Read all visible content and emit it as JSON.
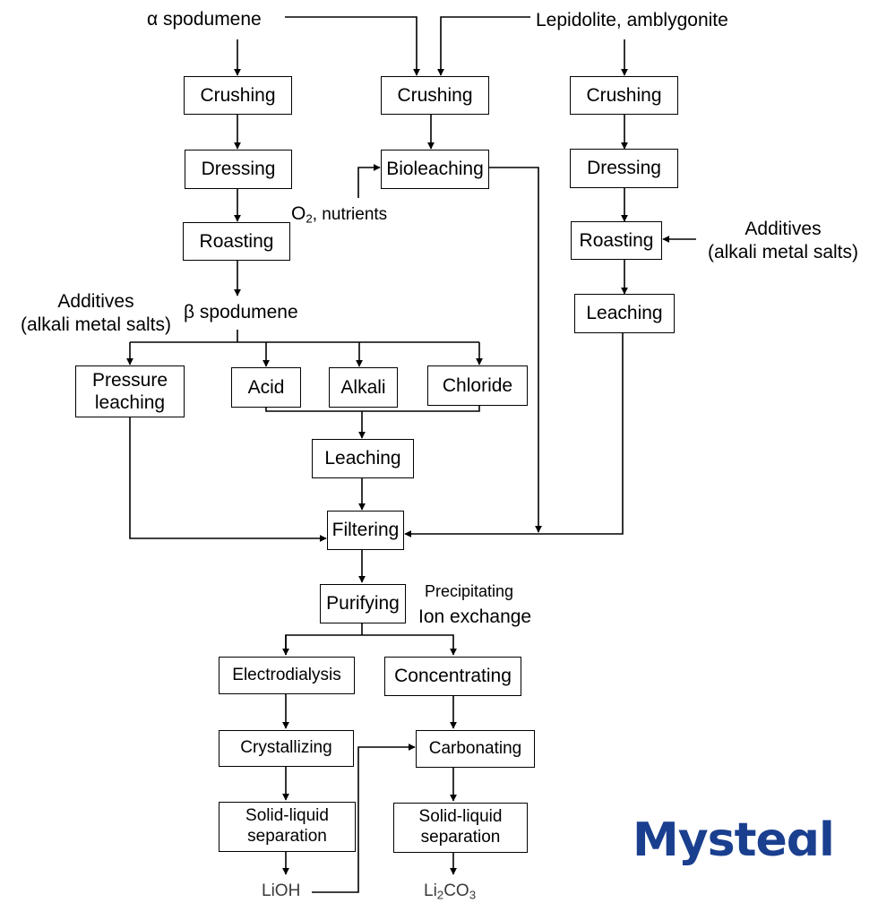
{
  "inputs": {
    "alpha_spodumene": "α spodumene",
    "lepidolite": "Lepidolite, amblygonite",
    "beta_spodumene": "β spodumene",
    "o2": "O",
    "o2_sub": "2",
    "nutrients": ", nutrients"
  },
  "additives": {
    "left_line1": "Additives",
    "left_line2": "(alkali metal salts)",
    "right_line1": "Additives",
    "right_line2": "(alkali metal salts)"
  },
  "steps": {
    "crushing_left": "Crushing",
    "dressing_left": "Dressing",
    "roasting_left": "Roasting",
    "crushing_mid": "Crushing",
    "bioleaching": "Bioleaching",
    "crushing_right": "Crushing",
    "dressing_right": "Dressing",
    "roasting_right": "Roasting",
    "leaching_right": "Leaching",
    "pressure_line1": "Pressure",
    "pressure_line2": "leaching",
    "acid": "Acid",
    "alkali": "Alkali",
    "chloride": "Chloride",
    "leaching_center": "Leaching",
    "filtering": "Filtering",
    "purifying": "Purifying",
    "electrodialysis": "Electrodialysis",
    "concentrating": "Concentrating",
    "crystallizing": "Crystallizing",
    "carbonating": "Carbonating",
    "sls_left_line1": "Solid-liquid",
    "sls_left_line2": "separation",
    "sls_right_line1": "Solid-liquid",
    "sls_right_line2": "separation"
  },
  "purify_methods": {
    "precipitating": "Precipitating",
    "ion_exchange": "Ion exchange"
  },
  "products": {
    "lioh": "LiOH",
    "li2co3_a": "Li",
    "li2co3_sub1": "2",
    "li2co3_b": "CO",
    "li2co3_sub2": "3"
  },
  "logo": {
    "text_a": "Myste",
    "text_b": "ɑl",
    "color": "#1a3f8f",
    "accent": "#d9251d"
  },
  "colors": {
    "line": "#000000",
    "box_border": "#000000",
    "background": "#ffffff"
  }
}
